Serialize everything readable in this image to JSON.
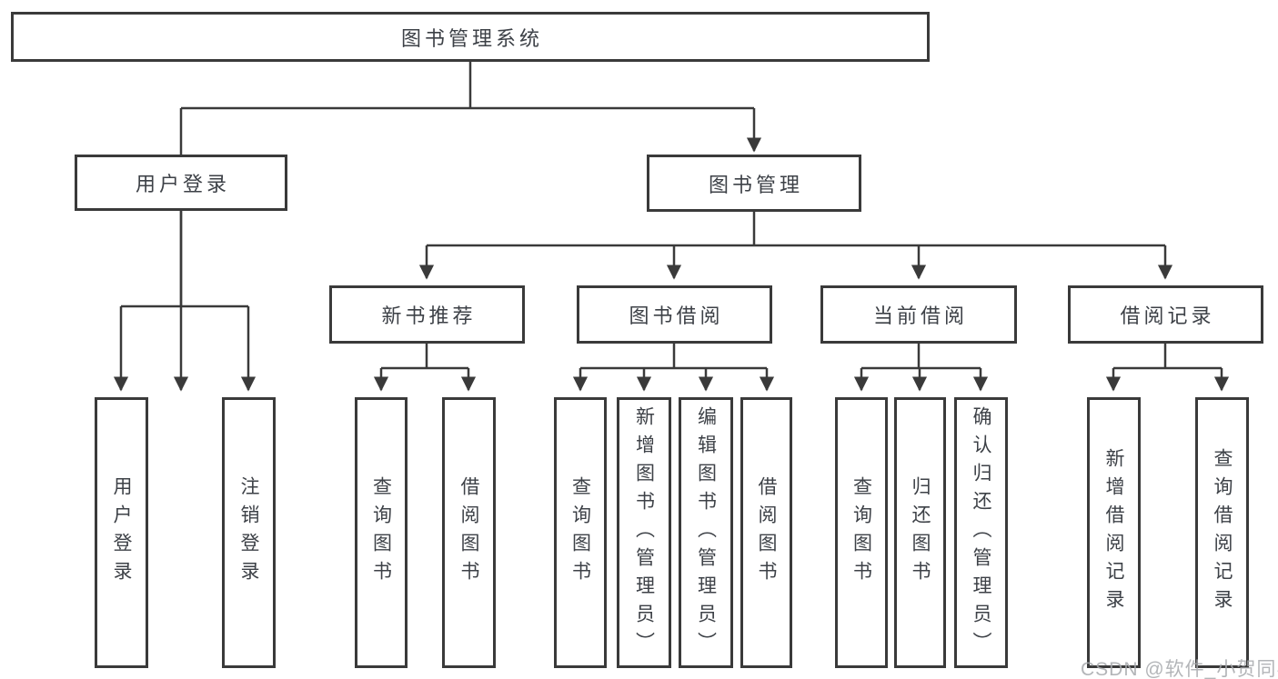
{
  "tree": {
    "label": "图书管理系统",
    "children": [
      {
        "label": "用户登录",
        "children": [
          {
            "label": "用户登录"
          },
          {
            "label": "注销登录"
          }
        ]
      },
      {
        "label": "图书管理",
        "children": [
          {
            "label": "新书推荐",
            "children": [
              {
                "label": "查询图书"
              },
              {
                "label": "借阅图书"
              }
            ]
          },
          {
            "label": "图书借阅",
            "children": [
              {
                "label": "查询图书"
              },
              {
                "label": "新增图书（管理员）"
              },
              {
                "label": "编辑图书（管理员）"
              },
              {
                "label": "借阅图书"
              }
            ]
          },
          {
            "label": "当前借阅",
            "children": [
              {
                "label": "查询图书"
              },
              {
                "label": "归还图书"
              },
              {
                "label": "确认归还（管理员）"
              }
            ]
          },
          {
            "label": "借阅记录",
            "children": [
              {
                "label": "新增借阅记录"
              },
              {
                "label": "查询借阅记录"
              }
            ]
          }
        ]
      }
    ]
  },
  "watermark": "CSDN @软件_小贺同学",
  "colors": {
    "line": "#3a3a3a",
    "node_border": "#3a3a3a",
    "node_fill": "#ffffff",
    "text": "#3d4147",
    "watermark": "#a6a8ab"
  }
}
